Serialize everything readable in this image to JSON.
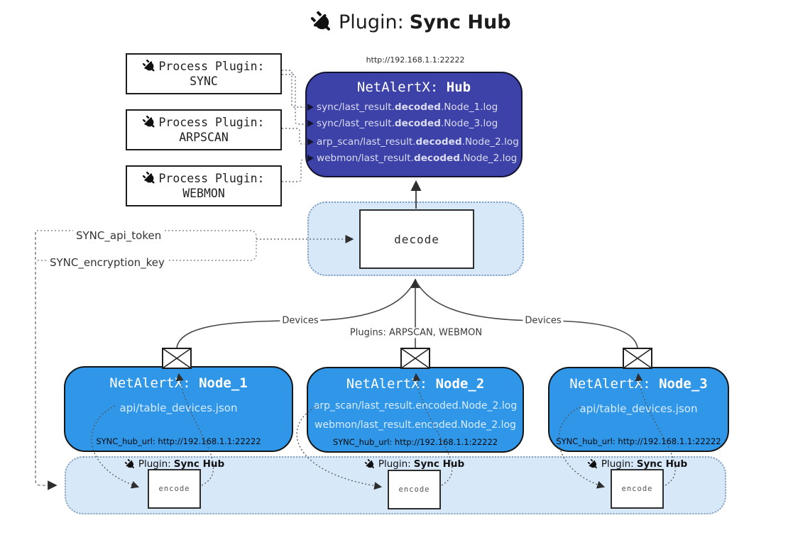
{
  "title": {
    "prefix": "Plugin:",
    "bold": "Sync Hub"
  },
  "process_plugins": [
    {
      "label": "Process Plugin:",
      "name": "SYNC"
    },
    {
      "label": "Process Plugin:",
      "name": "ARPSCAN"
    },
    {
      "label": "Process Plugin:",
      "name": "WEBMON"
    }
  ],
  "hub": {
    "url": "http://192.168.1.1:22222",
    "title_prefix": "NetAlertX:",
    "title_bold": "Hub",
    "lines": [
      {
        "pre": "sync/last_result.",
        "bold": "decoded",
        "post": ".Node_1.log"
      },
      {
        "pre": "sync/last_result.",
        "bold": "decoded",
        "post": ".Node_3.log"
      },
      {
        "pre": "arp_scan/last_result.",
        "bold": "decoded",
        "post": ".Node_2.log"
      },
      {
        "pre": "webmon/last_result.",
        "bold": "decoded",
        "post": ".Node_2.log"
      }
    ]
  },
  "decode_label": "decode",
  "config": {
    "api_token": "SYNC_api_token",
    "encryption_key": "SYNC_encryption_key"
  },
  "edge_labels": {
    "devices_left": "Devices",
    "plugins_center": "Plugins: ARPSCAN, WEBMON",
    "devices_right": "Devices"
  },
  "nodes": [
    {
      "title_prefix": "NetAlertX:",
      "title_bold": "Node_1",
      "lines": [
        "api/table_devices.json"
      ],
      "hub_url": "SYNC_hub_url: http://192.168.1.1:22222"
    },
    {
      "title_prefix": "NetAlertX:",
      "title_bold": "Node_2",
      "lines": [
        "arp_scan/last_result.encoded.Node_2.log",
        "webmon/last_result.encoded.Node_2.log"
      ],
      "hub_url": "SYNC_hub_url: http://192.168.1.1:22222"
    },
    {
      "title_prefix": "NetAlertX:",
      "title_bold": "Node_3",
      "lines": [
        "api/table_devices.json"
      ],
      "hub_url": "SYNC_hub_url: http://192.168.1.1:22222"
    }
  ],
  "encode_strip": {
    "plugin_prefix": "Plugin:",
    "plugin_bold": "Sync Hub",
    "encode_label": "encode"
  },
  "colors": {
    "hub_bg": "#3c42a8",
    "node_bg": "#2f96e8",
    "panel_bg": "#d7e8f9",
    "panel_border": "#7e9cc0",
    "hub_text": "#dcdcf0",
    "node_text": "#d9ecfd"
  }
}
